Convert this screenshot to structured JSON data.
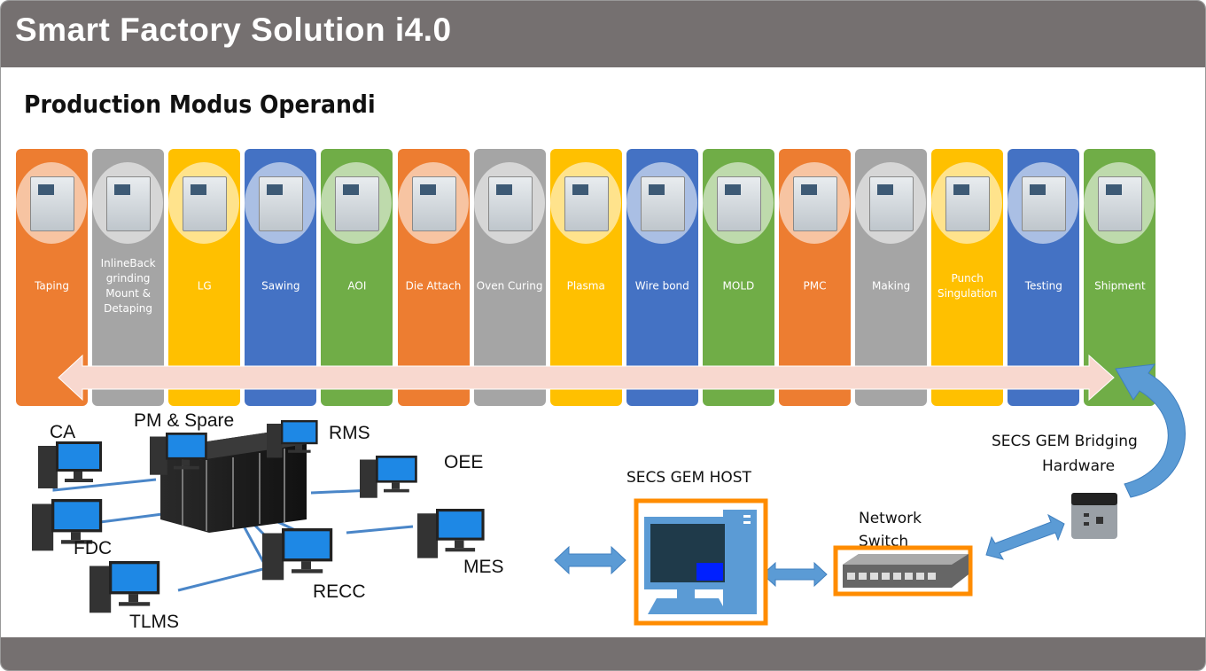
{
  "header": {
    "title": "Smart Factory Solution i4.0"
  },
  "subtitle": "Production Modus Operandi",
  "colors": {
    "orange": "#ed7d31",
    "gray": "#a5a5a5",
    "yellow": "#ffc000",
    "blue": "#4472c4",
    "green": "#70ad47",
    "flow_arrow": "#f8d8cf",
    "link_arrow": "#5b9bd5",
    "highlight_box": "#ff8c00",
    "bar": "#757070"
  },
  "process_steps": [
    {
      "label": "Taping",
      "color": "orange"
    },
    {
      "label": "InlineBack grinding Mount & Detaping",
      "color": "gray"
    },
    {
      "label": "LG",
      "color": "yellow"
    },
    {
      "label": "Sawing",
      "color": "blue"
    },
    {
      "label": "AOI",
      "color": "green"
    },
    {
      "label": "Die Attach",
      "color": "orange"
    },
    {
      "label": "Oven Curing",
      "color": "gray"
    },
    {
      "label": "Plasma",
      "color": "yellow"
    },
    {
      "label": "Wire bond",
      "color": "blue"
    },
    {
      "label": "MOLD",
      "color": "green"
    },
    {
      "label": "PMC",
      "color": "orange"
    },
    {
      "label": "Making",
      "color": "gray"
    },
    {
      "label": "Punch Singulation",
      "color": "yellow"
    },
    {
      "label": "Testing",
      "color": "blue"
    },
    {
      "label": "Shipment",
      "color": "green"
    }
  ],
  "network": {
    "systems": [
      "CA",
      "PM & Spare",
      "RMS",
      "OEE",
      "FDC",
      "MES",
      "RECC",
      "TLMS"
    ]
  },
  "secs": {
    "host_label": "SECS GEM HOST",
    "switch_label_1": "Network",
    "switch_label_2": "Switch",
    "bridge_label_1": "SECS GEM Bridging",
    "bridge_label_2": "Hardware"
  }
}
